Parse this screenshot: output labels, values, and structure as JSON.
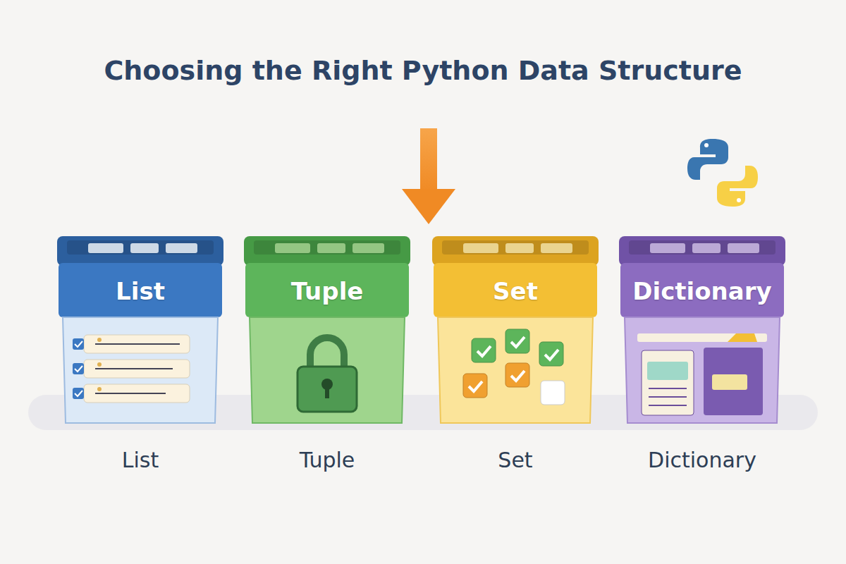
{
  "diagram": {
    "title": "Choosing the Right Python Data Structure",
    "nodes": [
      {
        "text": [
          "List",
          "List"
        ]
      },
      {
        "text": [
          "Tuple",
          "Tuple"
        ]
      },
      {
        "text": [
          "Set",
          "Set"
        ]
      },
      {
        "text": [
          "Dictionary",
          "Dictionary"
        ]
      }
    ]
  }
}
